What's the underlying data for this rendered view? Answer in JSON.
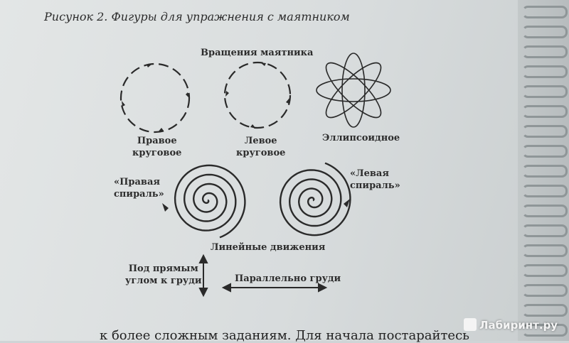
{
  "caption": "Рисунок 2. Фигуры для упражнения с маятником",
  "labels": {
    "rotations": "Вращения маятника",
    "right_circular_1": "Правое",
    "right_circular_2": "круговое",
    "left_circular_1": "Левое",
    "left_circular_2": "круговое",
    "ellipsoid": "Эллипсоидное",
    "right_spiral_1": "«Правая",
    "right_spiral_2": "спираль»",
    "left_spiral_1": "«Левая",
    "left_spiral_2": "спираль»",
    "linear": "Линейные движения",
    "perpendicular_1": "Под прямым",
    "perpendicular_2": "углом к груди",
    "parallel": "Параллельно груди"
  },
  "watermark": "Лабиринт.ру",
  "bottom_text": "к более сложным заданиям. Для начала постарайтесь",
  "colors": {
    "ink": "#2a2a2a",
    "paper": "#dfe2e2",
    "binding": "#8f9698"
  }
}
